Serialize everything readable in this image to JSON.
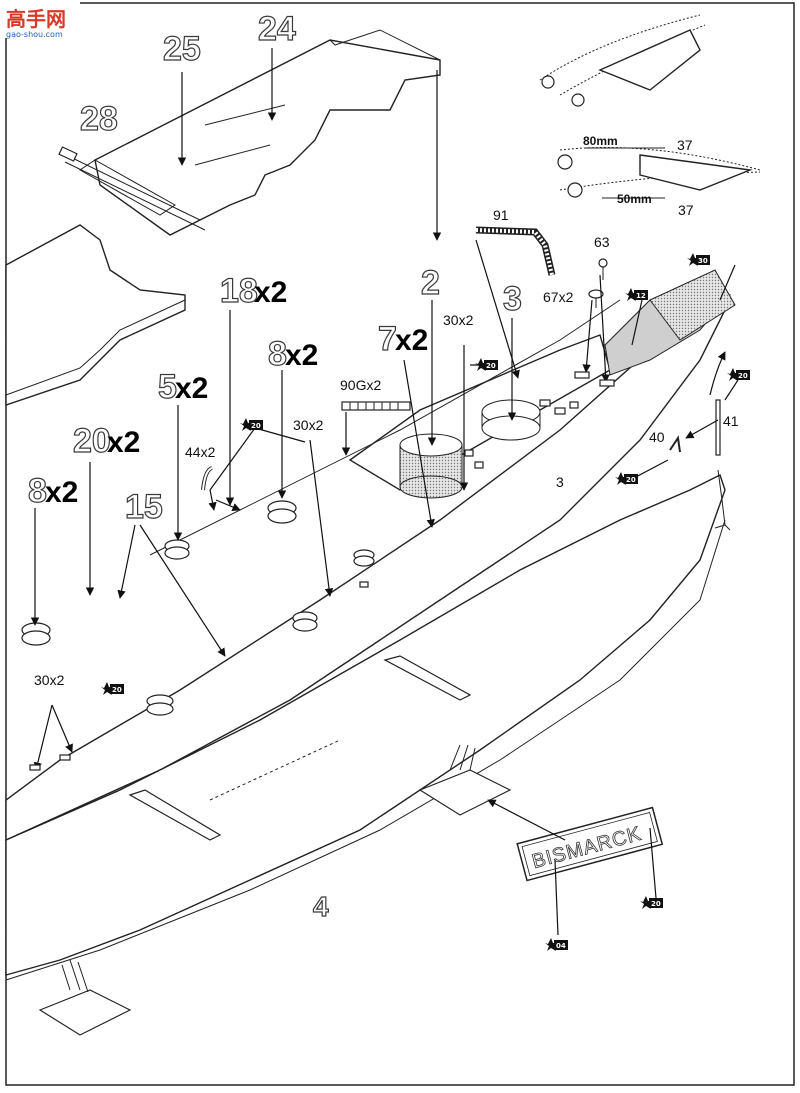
{
  "logo": {
    "mark": "高手网",
    "url": "gao-shou.com"
  },
  "part_labels": {
    "p25": "25",
    "p24": "24",
    "p28": "28",
    "p18": "18",
    "p18_mult": "x2",
    "p8a": "8",
    "p8a_mult": "x2",
    "p5": "5",
    "p5_mult": "x2",
    "p20": "20",
    "p20_mult": "x2",
    "p8b": "8",
    "p8b_mult": "x2",
    "p15": "15",
    "p7": "7",
    "p7_mult": "x2",
    "p2": "2",
    "p3": "3",
    "p4": "4"
  },
  "small_labels": {
    "l91": "91",
    "l63": "63",
    "l67": "67x2",
    "l30a": "30x2",
    "l30b": "30x2",
    "l30c": "30x2",
    "l90g": "90Gx2",
    "l44": "44x2",
    "l40": "40",
    "l41": "41",
    "l3": "3",
    "l37a": "37",
    "l37b": "37",
    "l80mm": "80mm",
    "l50mm": "50mm"
  },
  "badges": {
    "b20a": "20",
    "b20b": "20",
    "b20c": "20",
    "b20d": "20",
    "b20e": "20",
    "b20f": "20",
    "b30": "30",
    "b12": "12",
    "b04": "04"
  },
  "nameplate": "BISMARCK",
  "colors": {
    "ink": "#222222",
    "paint_grey": "#cccccc",
    "logo_red": "#d83a2a",
    "logo_blue": "#1a5fb4"
  }
}
